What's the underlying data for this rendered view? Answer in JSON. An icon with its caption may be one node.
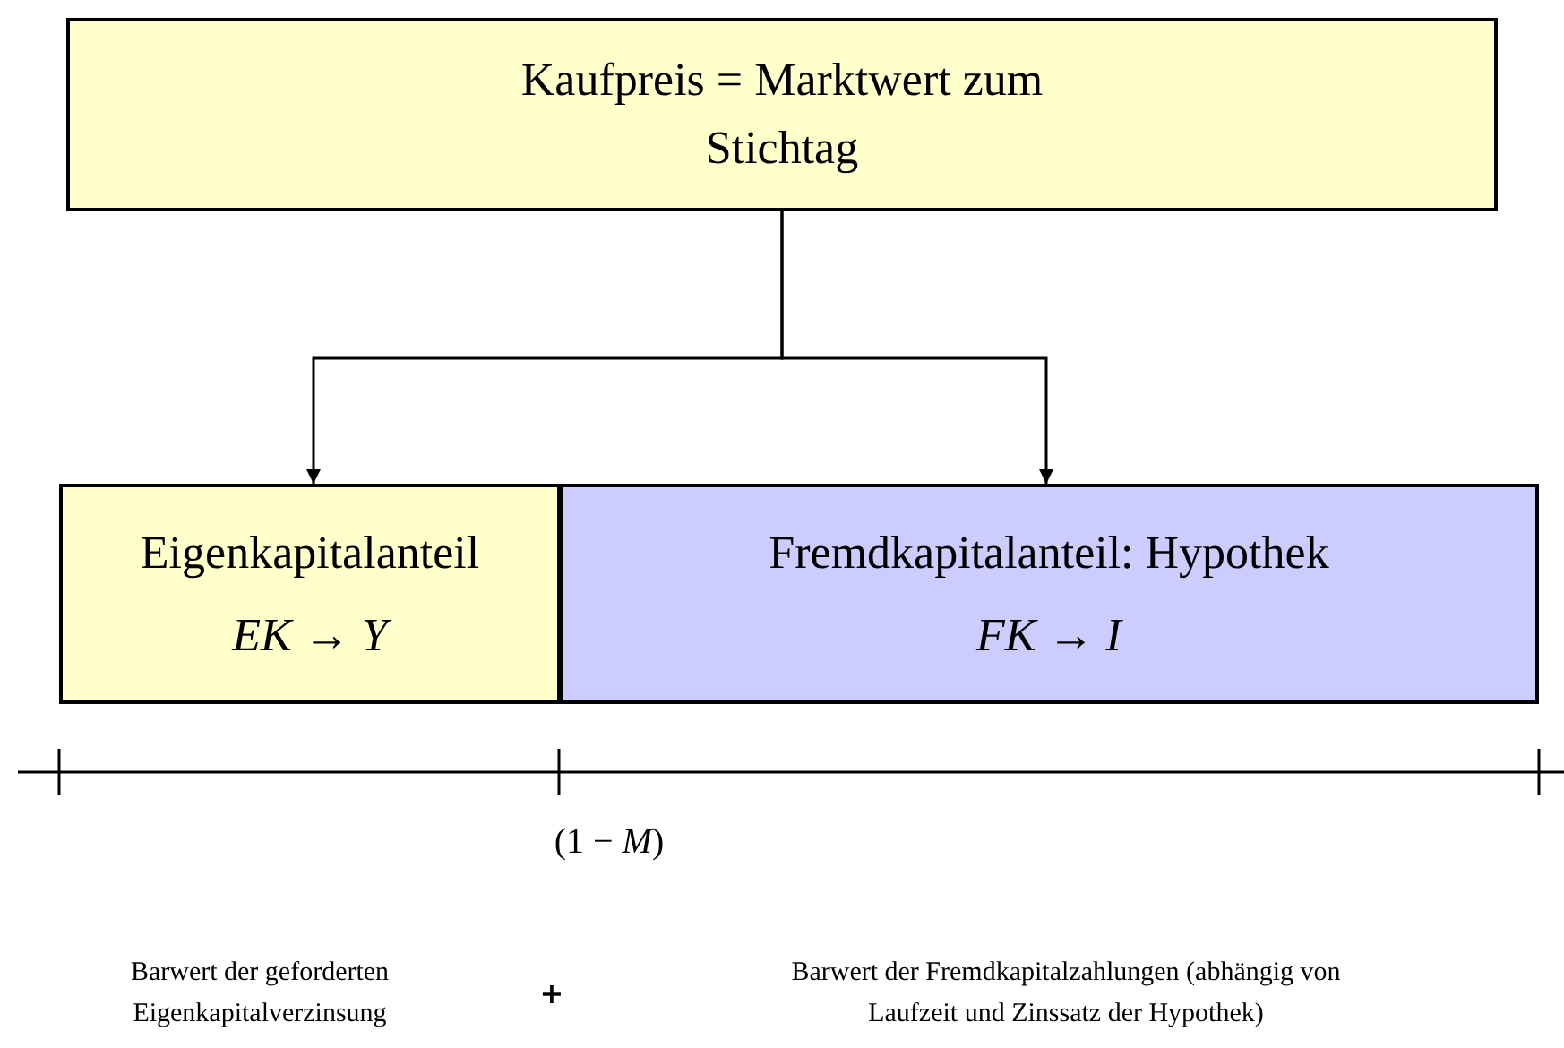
{
  "diagram": {
    "nodes": [
      {
        "text": [
          "Kaufpreis = Marktwert zum Stichtag"
        ]
      },
      {
        "text": [
          "Eigenkapitalanteil",
          "*EK* → *Y*"
        ]
      },
      {
        "text": [
          "Fremdkapitalanteil: Hypothek",
          "*FK* → *I*"
        ]
      }
    ],
    "edges": [
      {
        "from": 0,
        "to": 1,
        "arrow": "to"
      },
      {
        "from": 0,
        "to": 2,
        "arrow": "to"
      }
    ],
    "labels": [
      "(1 − *M*)",
      "Barwert der geforderten Eigenkapitalverzinsung",
      "+",
      "Barwert der Fremdkapitalzahlungen (abhängig von Laufzeit und Zinssatz der Hypothek)"
    ]
  }
}
